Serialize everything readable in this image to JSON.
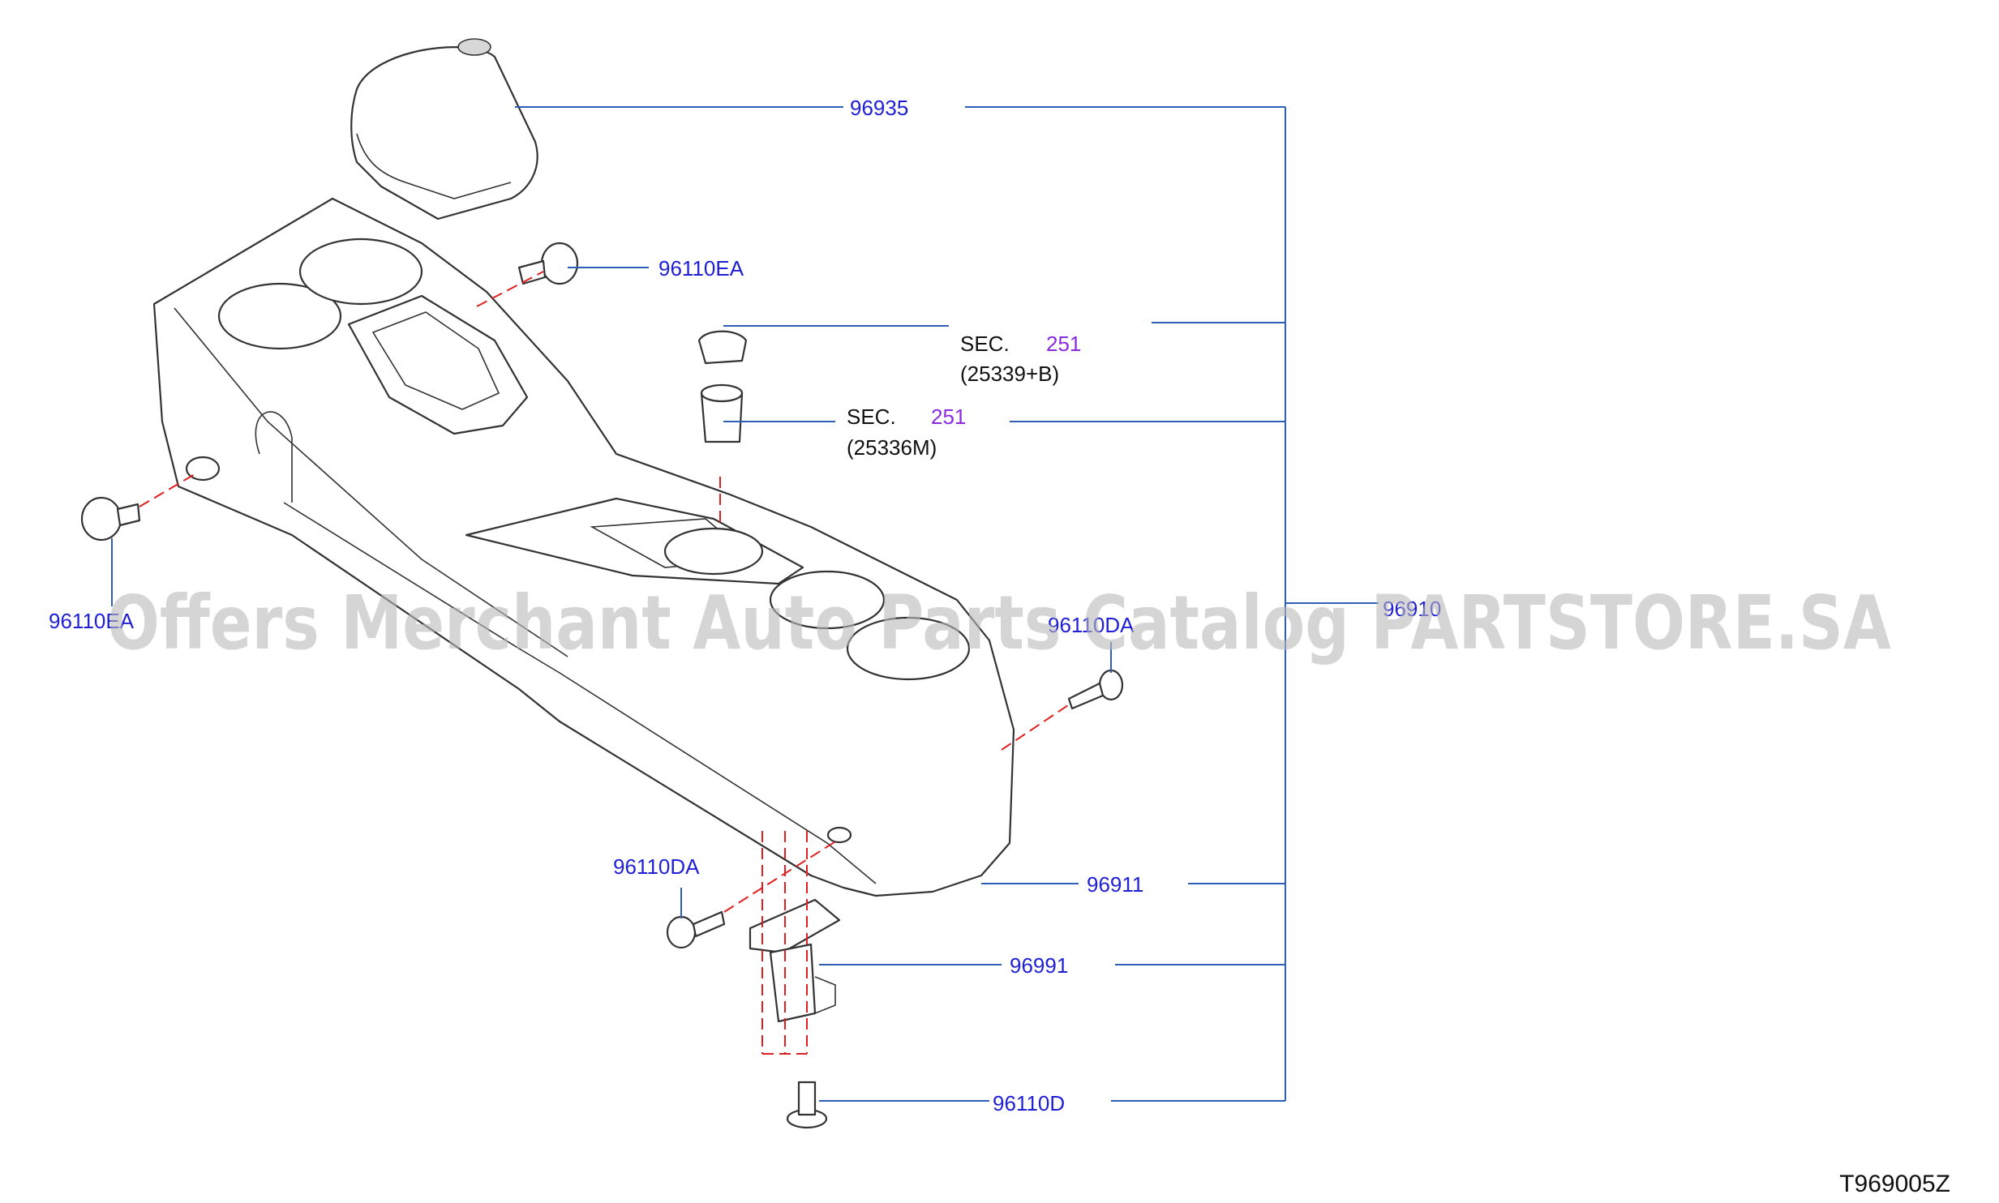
{
  "diagram": {
    "labels": {
      "p96935": "96935",
      "p96110EA_top": "96110EA",
      "sec_word_1": "SEC.",
      "sec_num_1": "251",
      "sec_part_1": "(25339+B)",
      "sec_word_2": "SEC.",
      "sec_num_2": "251",
      "sec_part_2": "(25336M)",
      "p96110EA_left": "96110EA",
      "p96910": "96910",
      "p96110DA_right": "96110DA",
      "p96110DA_left": "96110DA",
      "p96911": "96911",
      "p96991": "96991",
      "p96110D": "96110D"
    },
    "watermark": "Offers Merchant Auto Parts Catalog PARTSTORE.SA",
    "diagram_code": "T969005Z"
  }
}
